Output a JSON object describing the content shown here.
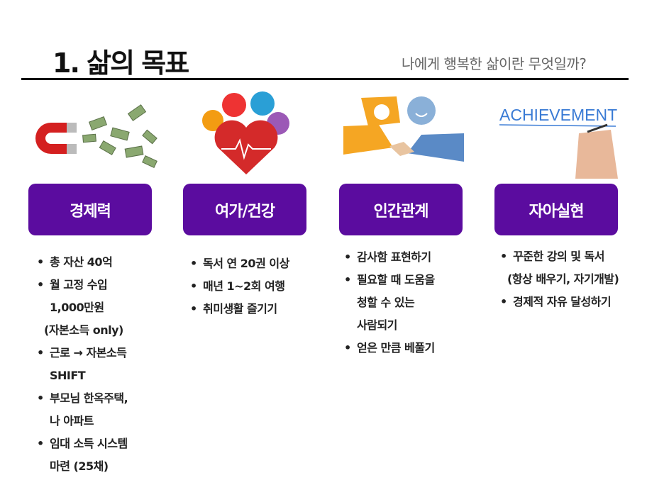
{
  "header": {
    "title": "1. 삶의 목표",
    "subtitle": "나에게 행복한 삶이란 무엇일까?"
  },
  "columns": [
    {
      "label": "경제력",
      "image": "magnet-money-image",
      "items": [
        {
          "bullet": true,
          "text": "총 자산 40억"
        },
        {
          "bullet": true,
          "text": "월 고정 수입"
        },
        {
          "bullet": false,
          "text": "1,000만원"
        },
        {
          "bullet": false,
          "text": "(자본소득 only)"
        },
        {
          "bullet": true,
          "text": "근로 → 자본소득"
        },
        {
          "bullet": false,
          "text": "SHIFT"
        },
        {
          "bullet": true,
          "text": "부모님 한옥주택,"
        },
        {
          "bullet": false,
          "text": "나 아파트"
        },
        {
          "bullet": true,
          "text": "임대 소득 시스템"
        },
        {
          "bullet": false,
          "text": "마련 (25채)"
        }
      ]
    },
    {
      "label": "여가/건강",
      "image": "heart-health-image",
      "items": [
        {
          "bullet": true,
          "text": "독서 연 20권 이상"
        },
        {
          "bullet": true,
          "text": "매년 1~2회 여행"
        },
        {
          "bullet": true,
          "text": "취미생활 즐기기"
        }
      ]
    },
    {
      "label": "인간관계",
      "image": "handshake-image",
      "items": [
        {
          "bullet": true,
          "text": "감사함 표현하기"
        },
        {
          "bullet": true,
          "text": "필요할 때 도움을"
        },
        {
          "bullet": false,
          "text": "청할 수 있는"
        },
        {
          "bullet": false,
          "text": "사람되기"
        },
        {
          "bullet": true,
          "text": "얻은 만큼 베풀기"
        }
      ]
    },
    {
      "label": "자아실현",
      "image": "achievement-image",
      "image_text": "ACHIEVEMENT",
      "items": [
        {
          "bullet": true,
          "text": "꾸준한 강의 및 독서"
        },
        {
          "bullet": false,
          "text": "(항상 배우기, 자기개발)"
        },
        {
          "bullet": true,
          "text": "경제적 자유 달성하기"
        }
      ]
    }
  ],
  "colors": {
    "accent": "#5b0c9f"
  }
}
